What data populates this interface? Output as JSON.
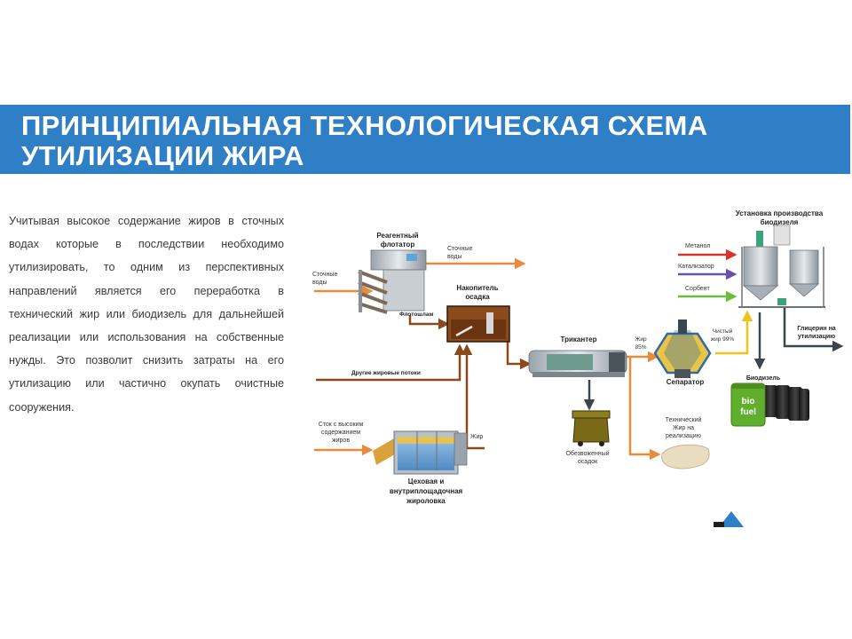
{
  "header": {
    "title_line1": "ПРИНЦИПИАЛЬНАЯ ТЕХНОЛОГИЧЕСКАЯ СХЕМА",
    "title_line2": "УТИЛИЗАЦИИ ЖИРА"
  },
  "description": "Учитывая высокое содержание жиров в сточных водах которые в последствии необходимо утилизировать, то одним из перспективных направлений является его переработка в технический жир или биодизель для дальнейшей реализации или использования на собственные нужды. Это позволит снизить затраты на его утилизацию или частично окупать очистные сооружения.",
  "diagram": {
    "flotator_l1": "Реагентный",
    "flotator_l2": "флотатор",
    "wastewater_in_l1": "Сточные",
    "wastewater_in_l2": "воды",
    "wastewater_out_l1": "Сточные",
    "wastewater_out_l2": "воды",
    "flotosludge": "Флотошлам",
    "sludge_tank_l1": "Накопитель",
    "sludge_tank_l2": "осадка",
    "other_fat_streams": "Другие жировые потоки",
    "tricanter": "Трикантер",
    "fat85_l1": "Жир",
    "fat85_l2": "85%",
    "separator": "Сепаратор",
    "pure_fat_l1": "Чистый",
    "pure_fat_l2": "жир 99%",
    "biodiesel_unit_l1": "Установка производства",
    "biodiesel_unit_l2": "биодизеля",
    "methanol": "Метанол",
    "catalyst": "Катализатор",
    "sorbent": "Сорбент",
    "glycerin_l1": "Глицерин на",
    "glycerin_l2": "утилизацию",
    "biodiesel": "Биодизель",
    "biofuel_l1": "bio",
    "biofuel_l2": "fuel",
    "tech_fat_l1": "Технический",
    "tech_fat_l2": "Жир на",
    "tech_fat_l3": "реализацию",
    "dewatered_l1": "Обезвоженный",
    "dewatered_l2": "осадок",
    "high_fat_l1": "Сток с высоким",
    "high_fat_l2": "содержанием",
    "high_fat_l3": "жиров",
    "fat": "Жир",
    "grease_trap_l1": "Цеховая и",
    "grease_trap_l2": "внутриплощадочная",
    "grease_trap_l3": "жироловка"
  },
  "colors": {
    "title_band": "#2f7fc6",
    "flow_orange": "#e98b3a",
    "flow_brown": "#8a4a1c",
    "flow_yellow": "#f2c21b",
    "flow_dark": "#3c4650",
    "methanol_line": "#d9322a",
    "catalyst_line": "#6b4fa8",
    "sorbent_line": "#6bbd3a"
  }
}
